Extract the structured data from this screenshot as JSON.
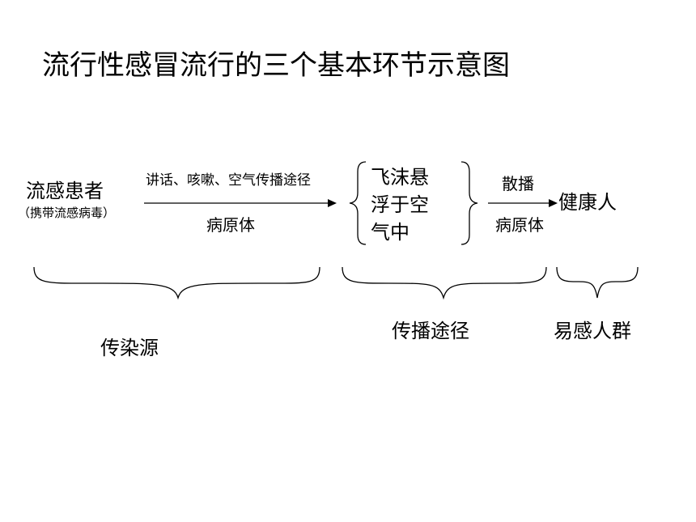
{
  "title": "流行性感冒流行的三个基本环节示意图",
  "source": {
    "name": "流感患者",
    "note": "（携带流感病毒）"
  },
  "transmission": {
    "route_label": "讲话、咳嗽、空气传播途径",
    "pathogen_label_1": "病原体",
    "mist_lines": [
      "飞沫悬",
      "浮于空",
      "气中"
    ],
    "spread_label": "散播",
    "pathogen_label_2": "病原体"
  },
  "target": "健康人",
  "groups": {
    "source": "传染源",
    "route": "传播途径",
    "host": "易感人群"
  }
}
